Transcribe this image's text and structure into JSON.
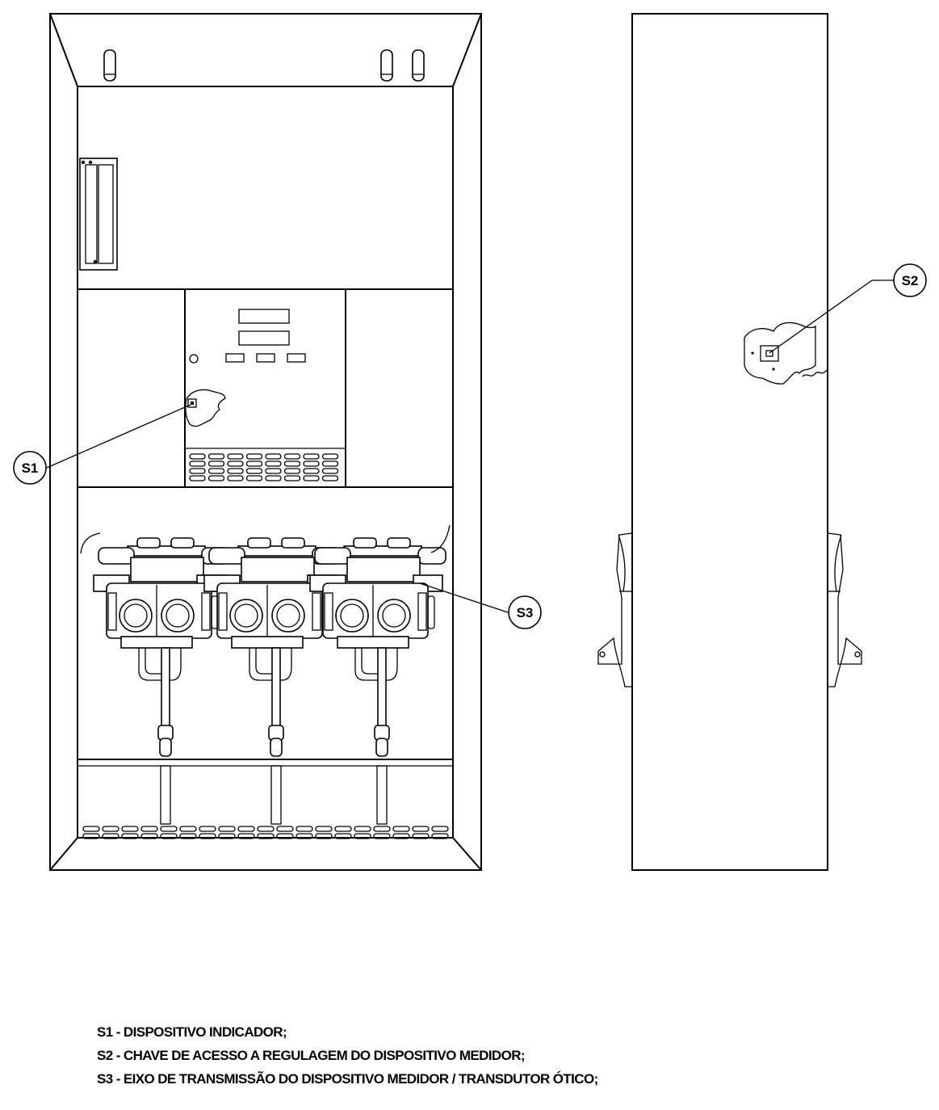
{
  "callouts": {
    "s1": "S1",
    "s2": "S2",
    "s3": "S3"
  },
  "legend": [
    "S1 - DISPOSITIVO INDICADOR;",
    "S2 - CHAVE DE ACESSO A REGULAGEM DO DISPOSITIVO MEDIDOR;",
    "S3 - EIXO DE TRANSMISSÃO DO DISPOSITIVO MEDIDOR / TRANSDUTOR ÓTICO;"
  ]
}
